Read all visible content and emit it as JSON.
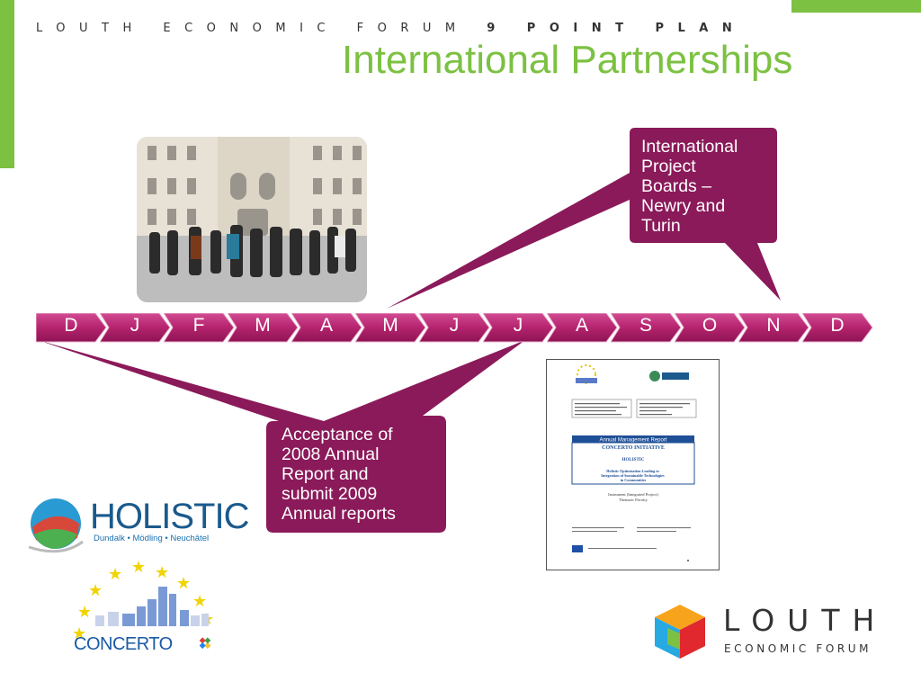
{
  "header": {
    "forum_label": "LOUTH ECONOMIC FORUM",
    "plan_label": "9 POINT PLAN"
  },
  "title": "International Partnerships",
  "timeline": {
    "months": [
      "D",
      "J",
      "F",
      "M",
      "A",
      "M",
      "J",
      "J",
      "A",
      "S",
      "O",
      "N",
      "D"
    ],
    "color": "#b5246e"
  },
  "callouts": [
    {
      "lines": [
        "International",
        "Project",
        "Boards –",
        "Newry and",
        "Turin"
      ]
    },
    {
      "lines": [
        "Acceptance of",
        "2008 Annual",
        "Report and",
        "submit 2009",
        "Annual reports"
      ]
    }
  ],
  "report": {
    "banner": "Annual Management Report",
    "initiative": "CONCERTO INITIATIVE",
    "project": "HOLISTIC",
    "subtitle": "Holistic Optimisation Leading to Integration of Sustainable Technologies in Communities",
    "instrument": "Instrument (Integrated Project)",
    "priority": "Thematic Priority"
  },
  "logos": {
    "holistic": "HOLISTIC",
    "holistic_sub": "Dundalk  •  Mödling  •  Neuchâtel",
    "concerto": "CONCERTO",
    "louth": "LOUTH",
    "louth_sub": "ECONOMIC FORUM"
  },
  "colors": {
    "accent_green": "#7cc142",
    "callout_purple": "#8b1a5a",
    "timeline_magenta": "#b5246e"
  }
}
